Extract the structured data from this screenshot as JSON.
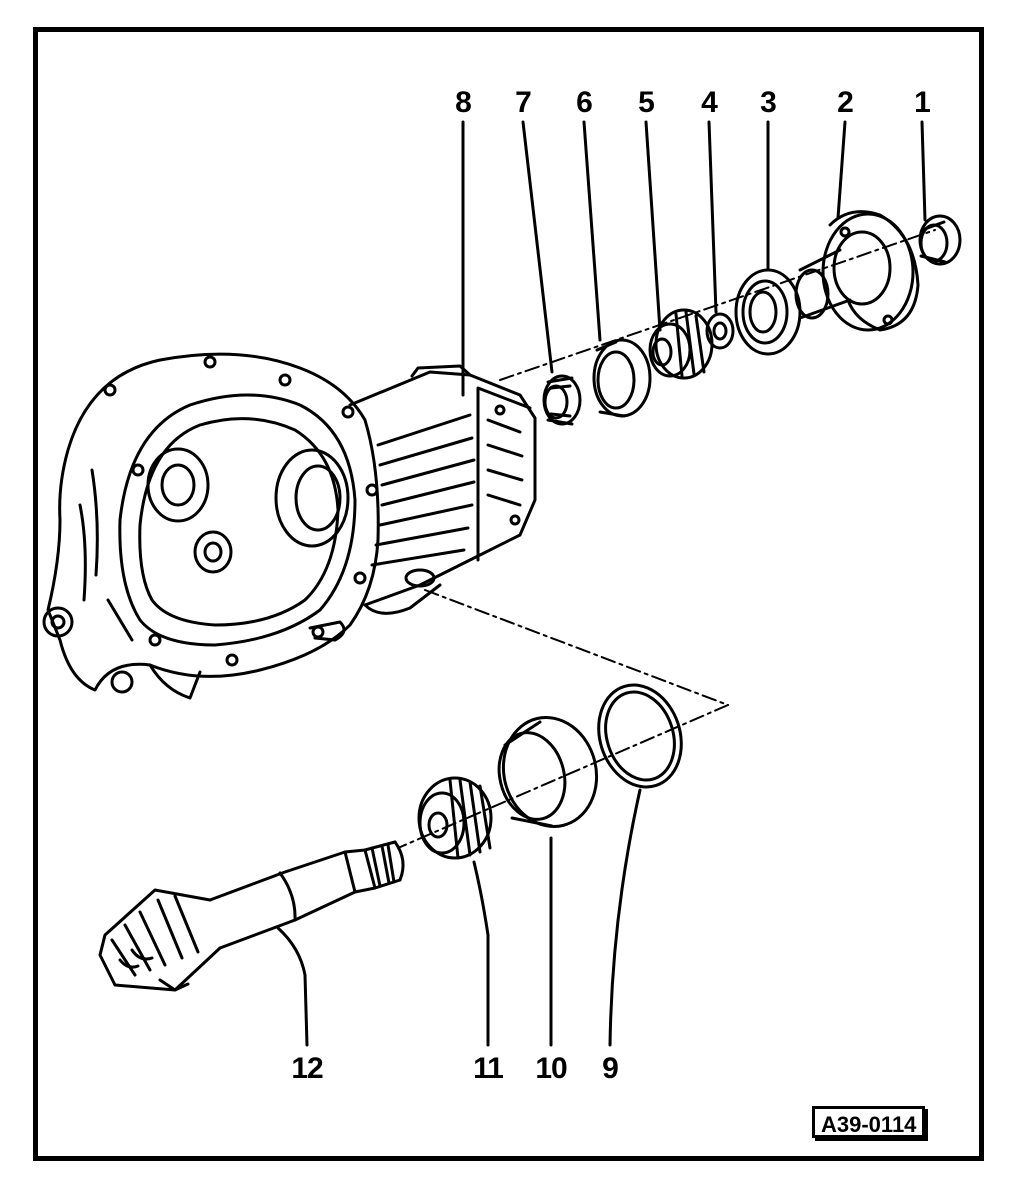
{
  "diagram": {
    "reference_code": "A39-0114",
    "callouts": [
      "1",
      "2",
      "3",
      "4",
      "5",
      "6",
      "7",
      "8",
      "9",
      "10",
      "11",
      "12"
    ]
  }
}
